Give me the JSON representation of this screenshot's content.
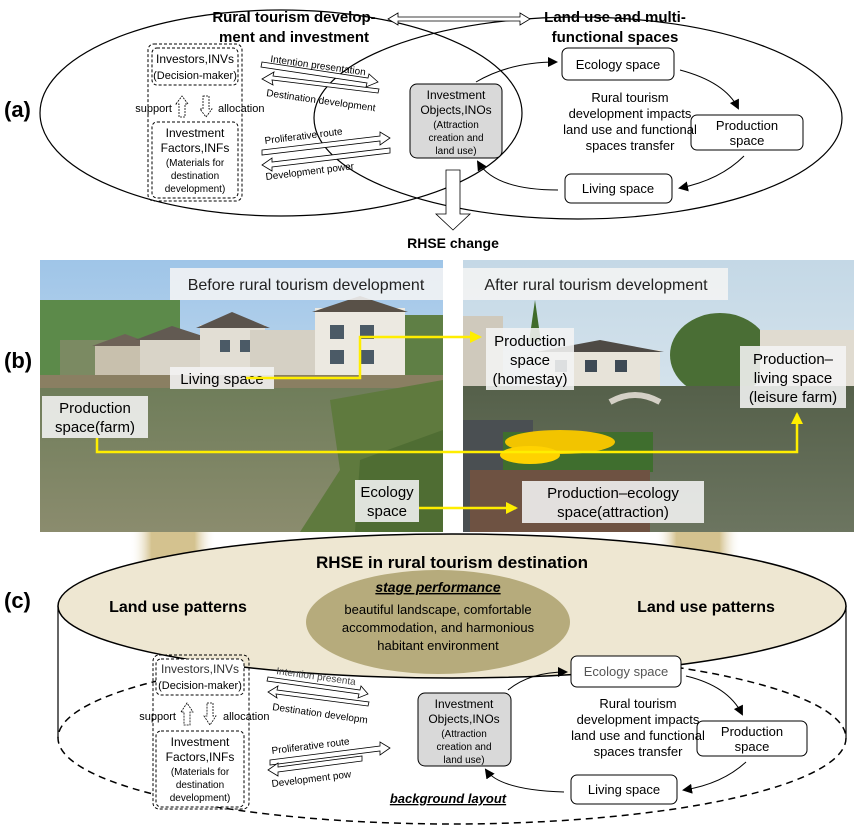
{
  "panel_a": {
    "label": "(a)",
    "left_title_1": "Rural tourism develop-",
    "left_title_2": "ment and investment",
    "right_title_1": "Land use and  multi-",
    "right_title_2": "functional spaces",
    "investors_1": "Investors,INVs",
    "investors_2": "(Decision-maker)",
    "support": "support",
    "allocation": "allocation",
    "factors_1": "Investment",
    "factors_2": "Factors,INFs",
    "factors_3": "(Materials for",
    "factors_4": "destination",
    "factors_5": "development)",
    "intention": "Intention presentation",
    "destination": "Destination development",
    "proliferative": "Proliferative route",
    "power": "Development power",
    "objects_1": "Investment",
    "objects_2": "Objects,INOs",
    "objects_3": "(Attraction",
    "objects_4": "creation and",
    "objects_5": "land use)",
    "ecology": "Ecology space",
    "production_1": "Production",
    "production_2": "space",
    "living": "Living space",
    "center_1": "Rural tourism",
    "center_2": "development impacts",
    "center_3": "land use and functional",
    "center_4": "spaces transfer",
    "rhse_change": "RHSE change"
  },
  "panel_b": {
    "label": "(b)",
    "before": "Before rural tourism development",
    "after": "After rural tourism development",
    "living": "Living space",
    "prod_farm_1": "Production",
    "prod_farm_2": "space(farm)",
    "ecology_1": "Ecology",
    "ecology_2": "space",
    "homestay_1": "Production",
    "homestay_2": "space",
    "homestay_3": "(homestay)",
    "leisure_1": "Production–",
    "leisure_2": "living space",
    "leisure_3": "(leisure farm)",
    "attraction_1": "Production–ecology",
    "attraction_2": "space(attraction)"
  },
  "panel_c": {
    "label": "(c)",
    "title": "RHSE in rural tourism destination",
    "stage": "stage performance",
    "stage_1": "beautiful landscape, comfortable",
    "stage_2": "accommodation, and harmonious",
    "stage_3": "habitant environment",
    "lu_left": "Land use patterns",
    "lu_right": "Land use patterns",
    "investors_1": "Investors,INVs",
    "investors_2": "(Decision-maker)",
    "support": "support",
    "allocation": "allocation",
    "factors_1": "Investment",
    "factors_2": "Factors,INFs",
    "factors_3": "(Materials for",
    "factors_4": "destination",
    "factors_5": "development)",
    "intention": "Intention presenta",
    "destination": "Destination developm",
    "proliferative": "Proliferative route",
    "power": "Development pow",
    "objects_1": "Investment",
    "objects_2": "Objects,INOs",
    "objects_3": "(Attraction",
    "objects_4": "creation and",
    "objects_5": "land use)",
    "ecology": "Ecology space",
    "production_1": "Production",
    "production_2": "space",
    "living": "Living space",
    "center_1": "Rural tourism",
    "center_2": "development impacts",
    "center_3": "land use and functional",
    "center_4": "spaces transfer",
    "background": "background layout"
  },
  "colors": {
    "arrow_yellow": "#ffee00",
    "pillar": "#c9b583",
    "ellipse_fill": "#eee7d2",
    "center_ellipse": "#b6ab7c",
    "objects_fill": "#d9d9d9"
  }
}
